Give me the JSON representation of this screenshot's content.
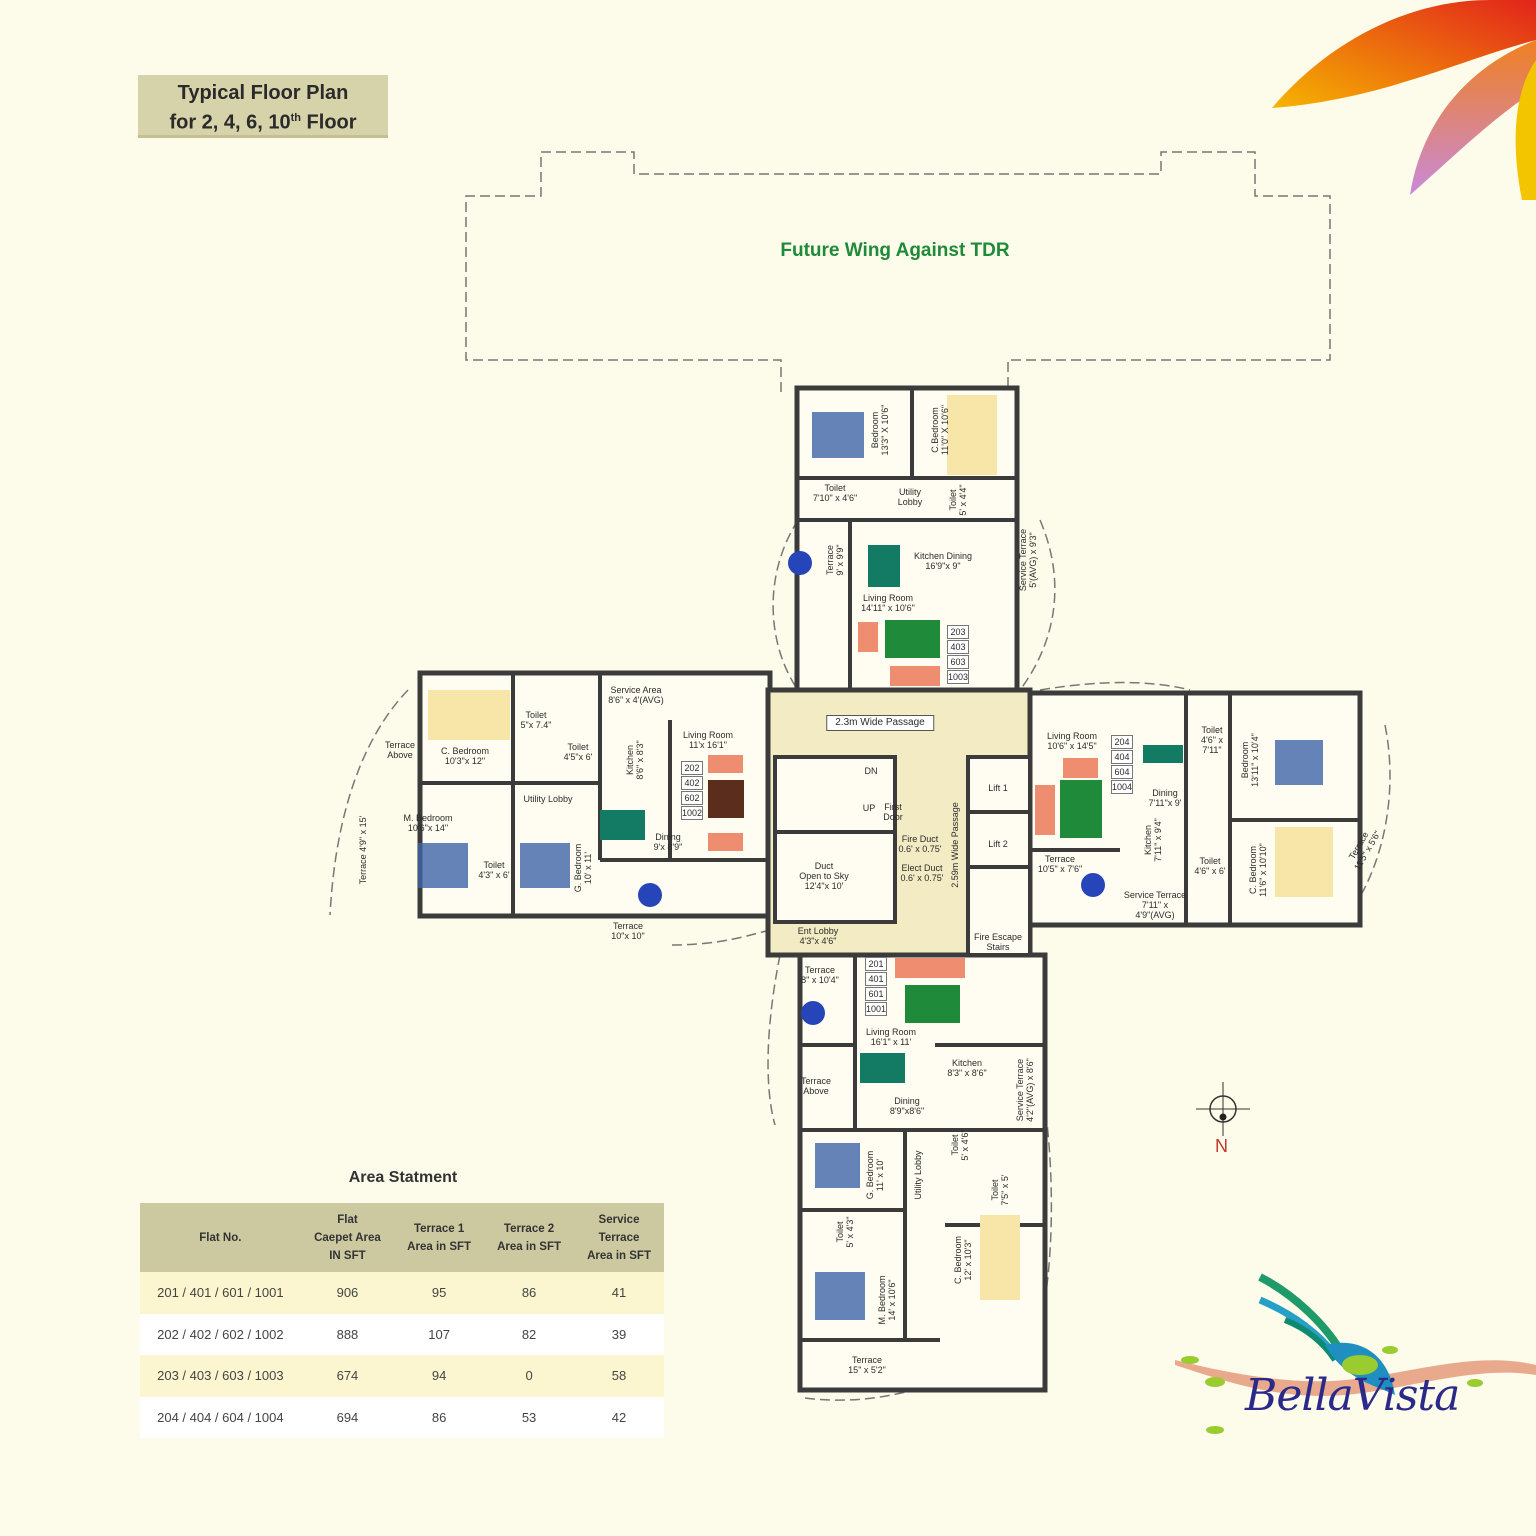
{
  "header": {
    "title_line1": "Typical Floor Plan",
    "title_line2_prefix": "for 2, 4, 6, 10",
    "title_sup": "th",
    "title_line2_suffix": " Floor"
  },
  "future_wing_label": "Future Wing Against TDR",
  "compass_label": "N",
  "floor_plan": {
    "labels": [
      "Bedroom\n13'3\" X 10'6\"",
      "C.Bedroom\n11'0\" X 10'6\"",
      "Toilet\n7'10\" x 4'6\"",
      "Utility\nLobby",
      "Toilet\n5' x 4'4\"",
      "Terrace\n9' x 9'9\"",
      "Kitchen Dining\n16'9\"x 9\"",
      "Service Terrace\n5'(AVG) x 9'3\"",
      "Living Room\n14'11\" x 10'6\"",
      "203",
      "403",
      "603",
      "1003",
      "Terrace\nAbove",
      "C. Bedroom\n10'3\"x 12\"",
      "Toilet\n5\"x 7.4\"",
      "Toilet\n4'5\"x 6'",
      "Service Area\n8'6\" x 4'(AVG)",
      "Kitchen\n8'6\" x 8'3\"",
      "Living Room\n11'x 16'1\"",
      "202",
      "402",
      "602",
      "1002",
      "Utility Lobby",
      "M. Bedroom\n10'6\"x 14\"",
      "Terrace 4'9\" x 15'",
      "Toilet\n4'3\" x 6'",
      "G. Bedroom\n10' x 11'",
      "Dining\n9'x 8'9\"",
      "Terrace\n10\"x 10\"",
      "2.3m Wide Passage",
      "DN",
      "UP",
      "First\nDoor",
      "Fire Duct\n0.6' x 0.75'",
      "Elect Duct\n0.6' x 0.75'",
      "2.59m Wide Passage",
      "Lift 1",
      "Lift 2",
      "Duct\nOpen to Sky\n12'4\"x 10'",
      "Ent Lobby\n4'3\"x 4'6\"",
      "Fire Escape\nStairs",
      "Living Room\n10'6\" x 14'5\"",
      "204",
      "404",
      "604",
      "1004",
      "Dining\n7'11\"x 9'",
      "Toilet\n4'6\" x\n7'11\"",
      "Bedroom\n13'11\" x 10'4\"",
      "Kitchen\n7'11\" x 9'4\"",
      "Terrace\n10'5\" x 7'6\"",
      "Toilet\n4'6\" x 6'",
      "C. Bedroom\n11'6\" x 10'10\"",
      "Terrace\n11'5\" x 5'6\"",
      "Service Terrace\n7'11\" x\n4'9\"(AVG)",
      "Terrace\n8\" x 10'4\"",
      "201",
      "401",
      "601",
      "1001",
      "Living Room\n16'1\" x 11'",
      "Kitchen\n8'3\" x 8'6\"",
      "Terrace\nAbove",
      "Service Terrace\n4'2\"(AVG) x 8'6\"",
      "Dining\n8'9\"x8'6\"",
      "G. Bedroom\n11' x 10'",
      "Utility Lobby",
      "Toilet\n5' x 4'6\"",
      "Toilet\n7'5\" x 5'",
      "Toilet\n5' x 4'3\"",
      "C. Bedroom\n12' x 10'3\"",
      "M. Bedroom\n14' x 10'6\"",
      "Terrace\n15\" x 5'2\""
    ]
  },
  "area_statement": {
    "title": "Area Statment",
    "headers": [
      "Flat No.",
      "Flat\nCaepet Area\nIN SFT",
      "Terrace 1\nArea in SFT",
      "Terrace 2\nArea in SFT",
      "Service\nTerrace\nArea in SFT"
    ],
    "rows": [
      [
        "201 / 401 / 601 / 1001",
        "906",
        "95",
        "86",
        "41"
      ],
      [
        "202 / 402 / 602 / 1002",
        "888",
        "107",
        "82",
        "39"
      ],
      [
        "203 / 403 / 603 / 1003",
        "674",
        "94",
        "0",
        "58"
      ],
      [
        "204 / 404 / 604 / 1004",
        "694",
        "86",
        "53",
        "42"
      ]
    ]
  },
  "logo": {
    "text": "BellaVista"
  },
  "colors": {
    "wall": "#3b3b3b",
    "accent_green": "#1f8a3a",
    "table_header": "#ccc9a1",
    "logo_blue": "#2b2a8a"
  }
}
